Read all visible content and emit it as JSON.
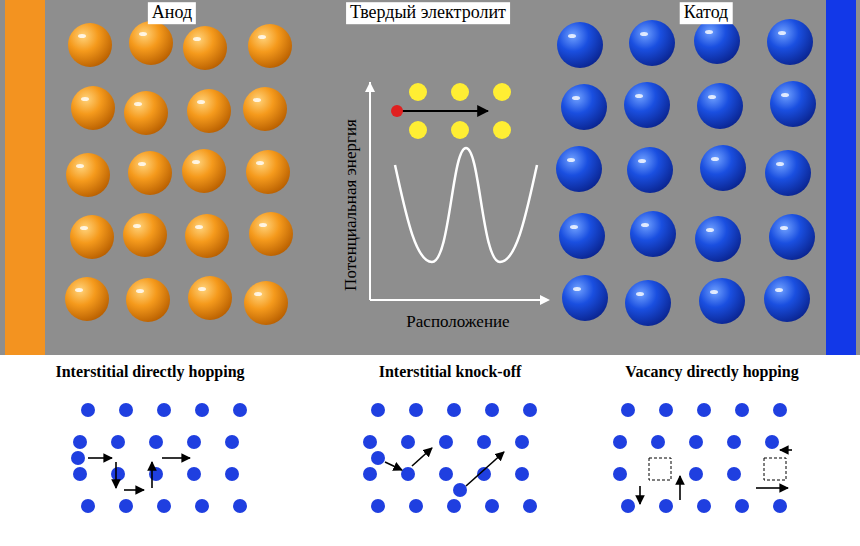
{
  "diagram": {
    "labels": [
      "Анод",
      "Твердый электролит",
      "Катод",
      "Потенциальная энергия",
      "Расположение",
      "Interstitial directly hopping",
      "Interstitial knock-off",
      "Vacancy directly hopping"
    ]
  }
}
